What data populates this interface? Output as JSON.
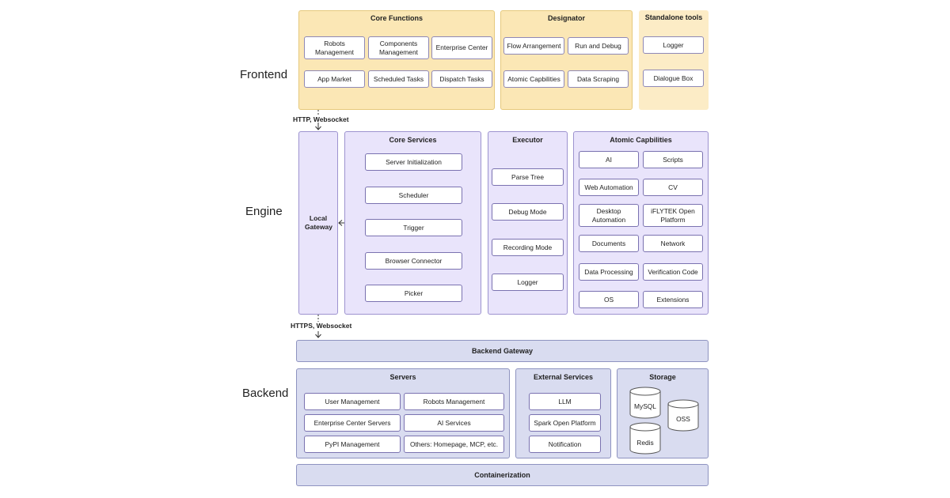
{
  "layers": {
    "frontend": "Frontend",
    "engine": "Engine",
    "backend": "Backend"
  },
  "frontend": {
    "core_functions": {
      "title": "Core Functions",
      "items": [
        "Robots Management",
        "Components Management",
        "Enterprise Center",
        "App Market",
        "Scheduled Tasks",
        "Dispatch Tasks"
      ]
    },
    "designator": {
      "title": "Designator",
      "items": [
        "Flow Arrangement",
        "Run and Debug",
        "Atomic Capbilities",
        "Data Scraping"
      ]
    },
    "standalone": {
      "title": "Standalone tools",
      "items": [
        "Logger",
        "Dialogue Box"
      ]
    }
  },
  "connections": {
    "frontend_engine": "HTTP, Websocket",
    "engine_backend": "HTTPS, Websocket"
  },
  "engine": {
    "local_gateway": "Local Gateway",
    "core_services": {
      "title": "Core Services",
      "items": [
        "Server Initialization",
        "Scheduler",
        "Trigger",
        "Browser Connector",
        "Picker"
      ]
    },
    "executor": {
      "title": "Executor",
      "items": [
        "Parse Tree",
        "Debug  Mode",
        "Recording Mode",
        "Logger"
      ]
    },
    "atomic": {
      "title": "Atomic Capbilities",
      "items": [
        "AI",
        "Scripts",
        "Web Automation",
        "CV",
        "Desktop Automation",
        "iFLYTEK Open Platform",
        "Documents",
        "Network",
        "Data Processing",
        "Verification Code",
        "OS",
        "Extensions"
      ]
    }
  },
  "backend": {
    "gateway": "Backend Gateway",
    "servers": {
      "title": "Servers",
      "items": [
        "User Management",
        "Robots Management",
        "Enterprise Center Servers",
        "AI Services",
        "PyPI Management",
        "Others: Homepage, MCP, etc."
      ]
    },
    "external": {
      "title": "External Services",
      "items": [
        "LLM",
        "Spark Open Platform",
        "Notification"
      ]
    },
    "storage": {
      "title": "Storage",
      "items": [
        "MySQL",
        "OSS",
        "Redis"
      ]
    },
    "containerization": "Containerization"
  },
  "colors": {
    "frontend_panel": "#fbe7b5",
    "engine_panel": "#e9e4fb",
    "backend_panel": "#d9dcf0",
    "box_border": "#7a72b0"
  }
}
